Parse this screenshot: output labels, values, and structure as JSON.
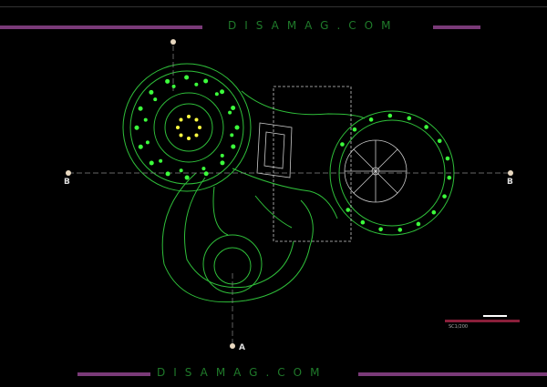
{
  "watermark_top": "DISAMAG.COM",
  "watermark_bottom": "DISAMAG.COM",
  "section_labels": {
    "left": "B",
    "right": "B",
    "bottom": "A"
  },
  "scale_text": "SC1/200",
  "colors": {
    "line": "#2fbf3a",
    "tree": "#3cff3c",
    "accent": "#7a3a78",
    "frame": "#c9c9c9"
  }
}
